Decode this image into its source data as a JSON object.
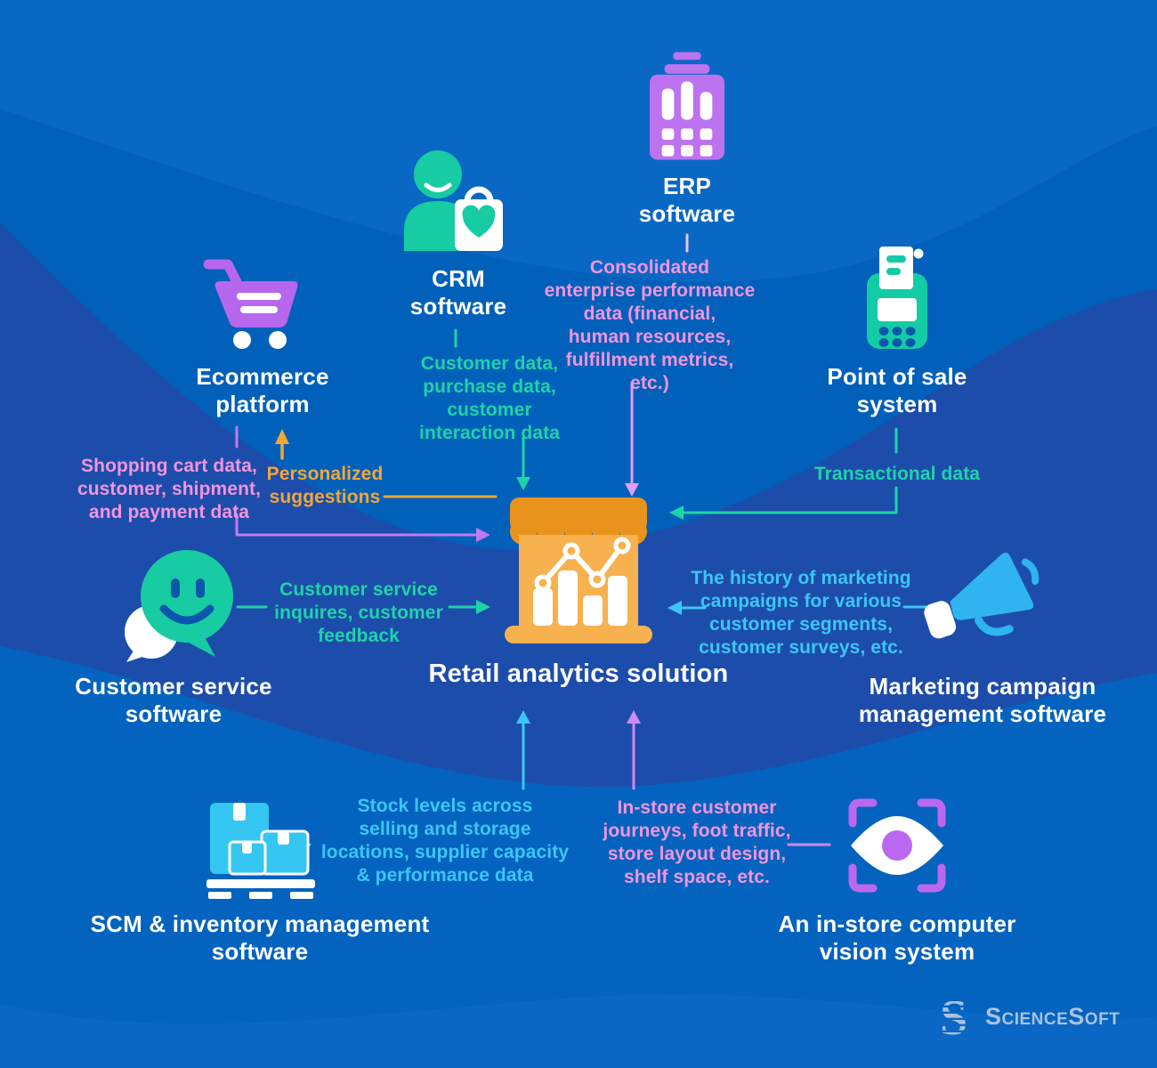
{
  "palette": {
    "bg_top_blue": "#0868c4",
    "bg_deep_blue": "#0060ba",
    "bg_indigo_wave": "#1d4dab",
    "teal": "#1ed3a8",
    "cyan": "#3cc6f7",
    "pink": "#f294e0",
    "orange": "#f2a637",
    "purple_icon": "#b767ee",
    "light_purple_arrow": "#c07af2",
    "erp_arrow_purple": "#df9df5",
    "megaphone_blue": "#2fb4f0",
    "awning_orange": "#e8941c",
    "store_body_orange": "#f7b14e",
    "logo_color": "#a9c2e0"
  },
  "center": {
    "title": "Retail analytics solution",
    "icon": "storefront-analytics-icon"
  },
  "nodes": {
    "ecommerce": {
      "label": "Ecommerce\nplatform",
      "icon": "shopping-cart-icon"
    },
    "crm": {
      "label": "CRM\nsoftware",
      "icon": "customer-with-bag-icon"
    },
    "erp": {
      "label": "ERP\nsoftware",
      "icon": "office-building-icon"
    },
    "pos": {
      "label": "Point of sale\nsystem",
      "icon": "payment-terminal-icon"
    },
    "customer_service": {
      "label": "Customer service\nsoftware",
      "icon": "smiley-chat-bubble-icon"
    },
    "marketing": {
      "label": "Marketing campaign\nmanagement software",
      "icon": "megaphone-icon"
    },
    "scm": {
      "label": "SCM & inventory management\nsoftware",
      "icon": "boxes-on-pallet-icon"
    },
    "vision": {
      "label": "An in-store computer\nvision system",
      "icon": "eye-scan-icon"
    }
  },
  "flows": {
    "ecommerce_to_center": "Shopping cart data,\ncustomer, shipment,\nand payment data",
    "center_to_ecommerce": "Personalized\nsuggestions",
    "crm_to_center": "Customer data,\npurchase data,\ncustomer\ninteraction data",
    "erp_to_center": "Consolidated\nenterprise performance\ndata (financial,\nhuman resources,\nfulfillment metrics,\netc.)",
    "pos_to_center": "Transactional data",
    "customer_service_to_center": "Customer service\ninquires, customer\nfeedback",
    "marketing_to_center": "The history of marketing\ncampaigns for various\ncustomer segments,\ncustomer surveys, etc.",
    "scm_to_center": "Stock levels across\nselling and storage\nlocations, supplier capacity\n& performance data",
    "vision_to_center": "In-store customer\njourneys, foot traffic,\nstore layout design,\nshelf space, etc."
  },
  "logo": {
    "text": "ScienceSoft"
  }
}
